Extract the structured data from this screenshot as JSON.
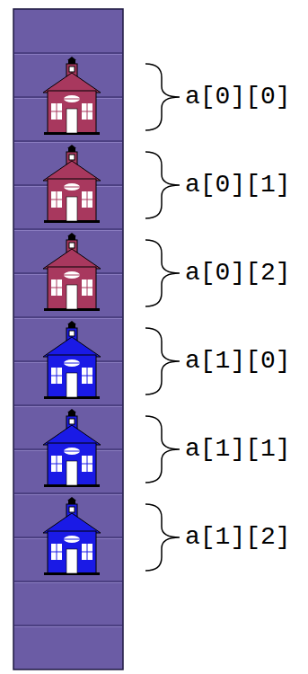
{
  "diagram": {
    "labels": [
      "a[0][0]",
      "a[0][1]",
      "a[0][2]",
      "a[1][0]",
      "a[1][1]",
      "a[1][2]"
    ]
  }
}
